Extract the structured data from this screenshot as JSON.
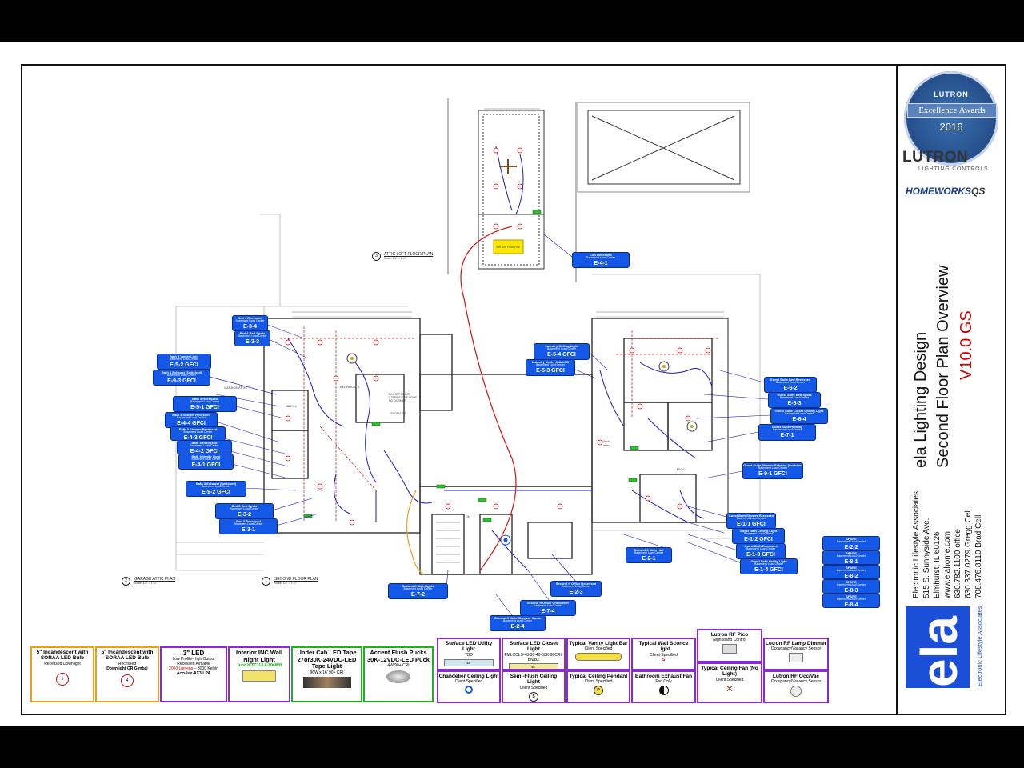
{
  "plan_labels": {
    "attic_loft": "ATTIC LOFT FLOOR PLAN",
    "attic_loft_num": "3",
    "attic_loft_scale": "Scale: 1/4\" = 1'-0\"",
    "garage_attic": "GARAGE ATTIC PLAN",
    "garage_attic_num": "2",
    "garage_attic_scale": "Scale: 1/4\" = 1'-0\"",
    "second_floor": "SECOND FLOOR PLAN",
    "second_floor_num": "1",
    "second_floor_scale": "Scale: 1/4\" = 1'-0\"",
    "see_plan": "See 2nd Floor Plan",
    "closet": "CLOSET UNDER STEEP SLOPE ROOF. NO DORMER",
    "storage": "STORAGE",
    "bedroom": "BEDROOM 4",
    "bath": "BATH 4",
    "garage_attic_room": "GARAGE ATTIC",
    "stack": "Stack Laund",
    "hvac": "HVAC",
    "dn": "DN"
  },
  "tags": [
    {
      "name": "Bed 4 Recessed",
      "sub": "Basement Load Center",
      "id": "E-3-4"
    },
    {
      "name": "Bed 4 Bed Spots",
      "sub": "Basement Load Center",
      "id": "E-3-3"
    },
    {
      "name": "Bath 4 Vanity Light",
      "sub": "Basement Load Center",
      "id": "E-5-2 GFCI"
    },
    {
      "name": "Bath 4 Exhaust (Switched)",
      "sub": "Basement Load Center",
      "id": "E-9-3 GFCI"
    },
    {
      "name": "Bath 4 Recessed",
      "sub": "Basement Load Center",
      "id": "E-5-1 GFCI"
    },
    {
      "name": "Bath 4 Shower Recessed",
      "sub": "Basement Load Center",
      "id": "E-4-4 GFCI"
    },
    {
      "name": "Bath 3 Shower Recessed",
      "sub": "Basement Load Center",
      "id": "E-4-3 GFCI"
    },
    {
      "name": "Bath 3 Recessed",
      "sub": "Basement Load Center",
      "id": "E-4-2 GFCI"
    },
    {
      "name": "Bath 3 Vanity Light",
      "sub": "Basement Load Center",
      "id": "E-4-1 GFCI"
    },
    {
      "name": "Bath 3 Exhaust (Switched)",
      "sub": "Basement Load Center",
      "id": "E-9-2 GFCI"
    },
    {
      "name": "Bed 3 Bed Spots",
      "sub": "Basement Load Center",
      "id": "E-3-2"
    },
    {
      "name": "Bed 3 Recessed",
      "sub": "Basement Load Center",
      "id": "E-3-1"
    },
    {
      "name": "Loft Recessed",
      "sub": "Basement Load Center",
      "id": "E-4-1"
    },
    {
      "name": "Laundry Ceiling Light",
      "sub": "Basement Load Center",
      "id": "E-5-4 GFCI"
    },
    {
      "name": "Laundry Under Cab LED",
      "sub": "Basement Load Center",
      "id": "E-5-3 GFCI"
    },
    {
      "name": "Guest Suite Bed Recessed",
      "sub": "Basement Load Center",
      "id": "E-6-2"
    },
    {
      "name": "Guest Suite Bed Spots",
      "sub": "Basement Load Center",
      "id": "E-6-3"
    },
    {
      "name": "Guest Suite Closet Ceiling Light",
      "sub": "Basement Load Center",
      "id": "E-6-4"
    },
    {
      "name": "Guest Suite Hallway",
      "sub": "Basement Load Center",
      "id": "E-7-1"
    },
    {
      "name": "Guest Suite Shower Exhaust (Switched)",
      "sub": "Basement Load Center",
      "id": "E-9-1 GFCI"
    },
    {
      "name": "Guest Bath Shower Recessed",
      "sub": "Basement Load Center",
      "id": "E-1-1 GFCI"
    },
    {
      "name": "Guest Bath Ceiling Light",
      "sub": "Basement Load Center",
      "id": "E-1-2 GFCI"
    },
    {
      "name": "Guest Bath Recessed",
      "sub": "Basement Load Center",
      "id": "E-1-3 GFCI"
    },
    {
      "name": "Guest Bath Vanity Light",
      "sub": "Basement Load Center",
      "id": "E-1-4 GFCI"
    },
    {
      "name": "Second fl Main Hall",
      "sub": "Basement Load Center",
      "id": "E-2-1"
    },
    {
      "name": "Second fl Office Recessed",
      "sub": "Basement Load Center",
      "id": "E-2-3"
    },
    {
      "name": "Second fl Office Chandelier",
      "sub": "Basement Load Center",
      "id": "E-7-4"
    },
    {
      "name": "Second fl Main Stairway Spots",
      "sub": "Basement Load Center",
      "id": "E-2-4"
    },
    {
      "name": "Second fl Nightlights",
      "sub": "Basement Load Center",
      "id": "E-7-2"
    },
    {
      "name": "SPARE",
      "sub": "Basement Load Center",
      "id": "E-2-2"
    },
    {
      "name": "SPARE",
      "sub": "Basement Load Center",
      "id": "E-8-1"
    },
    {
      "name": "SPARE",
      "sub": "Basement Load Center",
      "id": "E-8-2"
    },
    {
      "name": "SPARE",
      "sub": "Basement Load Center",
      "id": "E-8-3"
    },
    {
      "name": "SPARE",
      "sub": "Basement Load Center",
      "id": "E-8-4"
    }
  ],
  "legend": [
    {
      "title": "5\" Incandescent with SORAA LED Bulb",
      "sub": "Recessed Downlight",
      "symbol": "5"
    },
    {
      "title": "5\" Incandescent with SORAA LED Bulb",
      "sub": "Recessed",
      "sub2": "Downlight OR Gimbal",
      "symbol": "4"
    },
    {
      "title": "3\" LED",
      "sub": "Low Profile-High Output",
      "sub2": "Recessed Aimable",
      "red": "2000 Lumens",
      "sub3": "– 3000 Kelvin",
      "sub4": "Acculux-AX3-LPA"
    },
    {
      "title": "Interior INC Wall Night Light",
      "green": "Juno ICTC113 & 804WH"
    },
    {
      "title": "Under Cab LED Tape 27or30K-24VDC-LED Tape Light",
      "sub": "96W x 16'  90+ CRI"
    },
    {
      "title": "Accent Flush Pucks 30K-12VDC-LED Puck",
      "sub": "4W  90+ CRI"
    },
    {
      "title": "Surface LED Utility Light",
      "sub": "TBD",
      "bar": "48\""
    },
    {
      "title": "Surface LED Closet Light",
      "sub": "FMLCCLS-48-30-40-50K-90CRI-BN/BZ",
      "bar": "48\""
    },
    {
      "title": "Typical  Vanity Light Bar",
      "sub": "Client Specified"
    },
    {
      "title": "Typical Wall Sconce Light",
      "sub": "Client Specified",
      "symbol": "S"
    },
    {
      "title": "Lutron RF Pico",
      "sub": "Nightstand Control"
    },
    {
      "title": "Lutron RF Lamp Dimmer",
      "sub": "Occupancy/Vacancy Sensor"
    },
    {
      "title": "Chandelier Ceiling Light",
      "sub": "Client Specified"
    },
    {
      "title": "Semi-Flush Ceiling Light",
      "sub": "Client Specified",
      "symbol": "S"
    },
    {
      "title": "Typical  Ceiling Pendant",
      "sub": "Client Specified",
      "symbol": "P"
    },
    {
      "title": "Bathroom Exhaust Fan",
      "sub": "Fan Only"
    },
    {
      "title": "Typical Ceiling Fan (No Light)",
      "sub": "Client Specified"
    },
    {
      "title": "Lutron RF Occ/Vac",
      "sub": "Occupancy/Vacancy Sensor"
    }
  ],
  "title_block": {
    "award_brand": "LUTRON",
    "award_title": "Excellence Awards",
    "award_year": "2016",
    "lutron": "LUTRON",
    "lutron_sub": "LIGHTING CONTROLS",
    "homeworks": "HOMEWORKS",
    "homeworks_suffix": "QS",
    "project": "ela Lighting Design",
    "sheet": "Second Floor Plan Overview",
    "version": "V10.0  GS",
    "company": "Electronic Lifestyle Associates",
    "address1": "515 S. Sunnyside Ave.",
    "address2": "Elmhurst, IL 60126",
    "web": "www.elahome.com",
    "phone1": "630.782.1100 office",
    "phone2": "630.337.0279 Gregg Cell",
    "phone3": "708.476.8110 Brad Cell",
    "logo_text": "ela",
    "logo_side": "Electronic Lifestyle Associates"
  },
  "colors": {
    "tag_blue": "#1458e8",
    "title_red": "#d00000",
    "wire_blue": "#1a1ab8",
    "wire_red": "#d41010",
    "legend_purple": "#8a2bd0",
    "legend_green": "#22b022",
    "legend_orange": "#e8a020",
    "logo_blue": "#1c4fd8"
  }
}
